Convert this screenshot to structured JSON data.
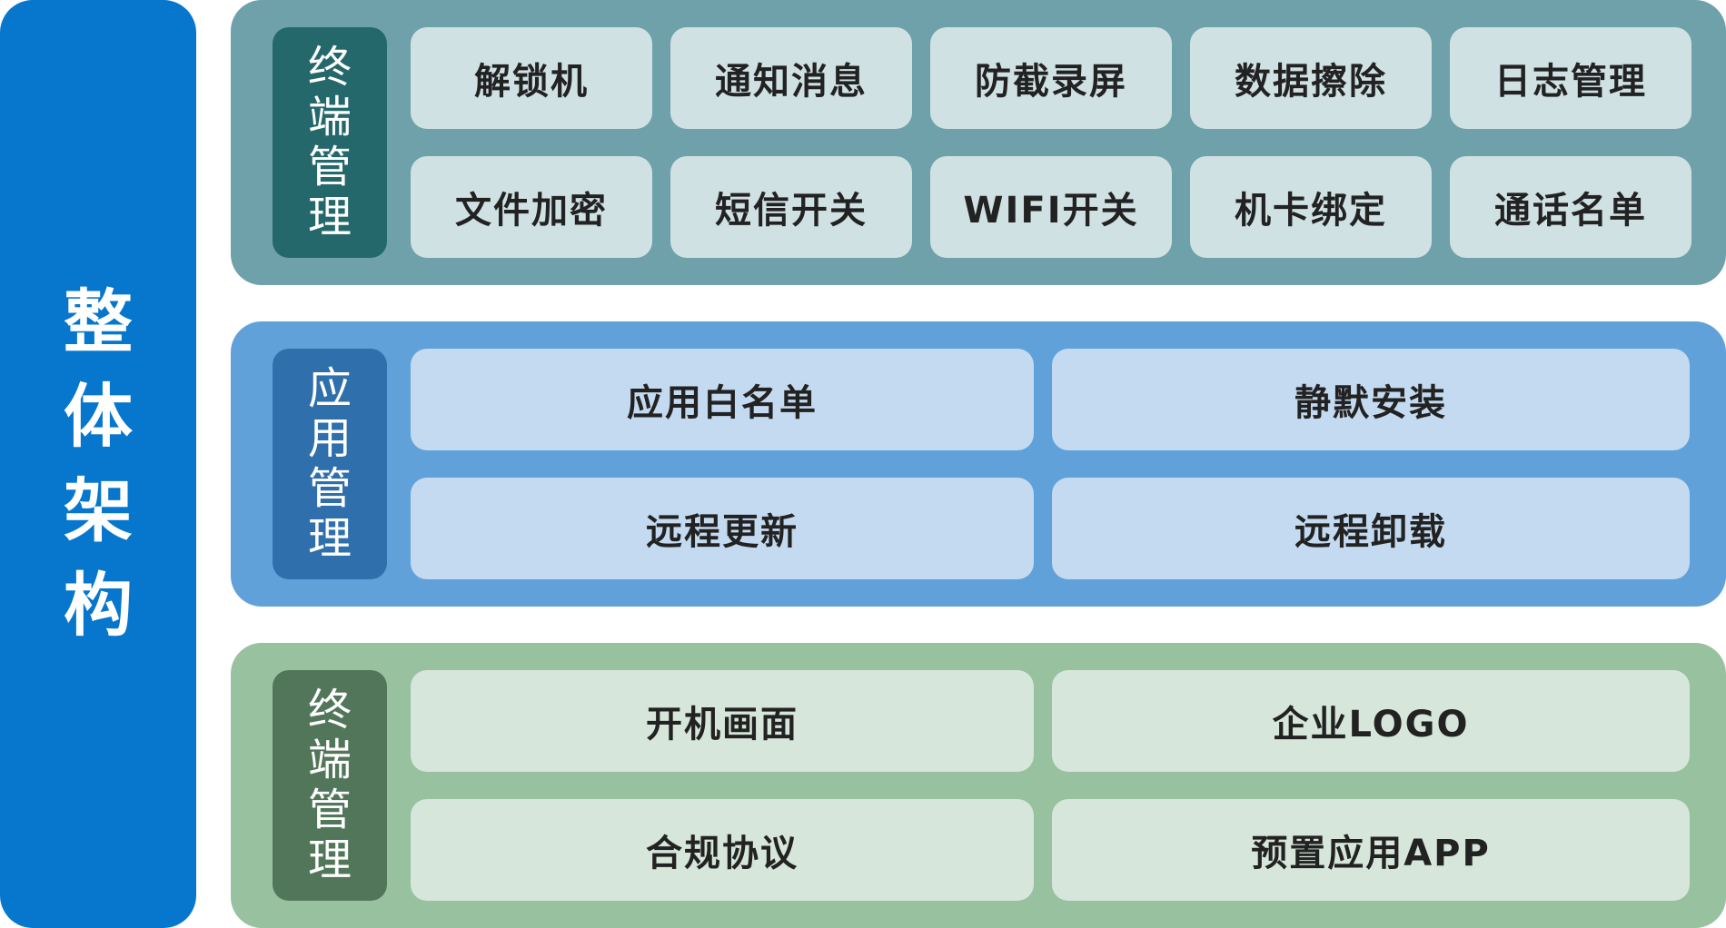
{
  "main_label": [
    "整",
    "体",
    "架",
    "构"
  ],
  "sections": [
    {
      "label": [
        "终",
        "端",
        "管",
        "理"
      ],
      "label_color": "#25686c",
      "bg_color": "#6ea1a9",
      "cell_color": "#d0e1e3",
      "layout": "narrow",
      "rows": [
        [
          "解锁机",
          "通知消息",
          "防截录屏",
          "数据擦除",
          "日志管理"
        ],
        [
          "文件加密",
          "短信开关",
          "WIFI开关",
          "机卡绑定",
          "通话名单"
        ]
      ]
    },
    {
      "label": [
        "应",
        "用",
        "管",
        "理"
      ],
      "label_color": "#2f6fac",
      "bg_color": "#61a1d9",
      "cell_color": "#c4daf0",
      "layout": "wide",
      "rows": [
        [
          "应用白名单",
          "静默安装"
        ],
        [
          "远程更新",
          "远程卸载"
        ]
      ]
    },
    {
      "label": [
        "终",
        "端",
        "管",
        "理"
      ],
      "label_color": "#52765a",
      "bg_color": "#98c1a0",
      "cell_color": "#d6e6da",
      "layout": "wide",
      "rows": [
        [
          "开机画面",
          "企业LOGO"
        ],
        [
          "合规协议",
          "预置应用APP"
        ]
      ]
    }
  ]
}
